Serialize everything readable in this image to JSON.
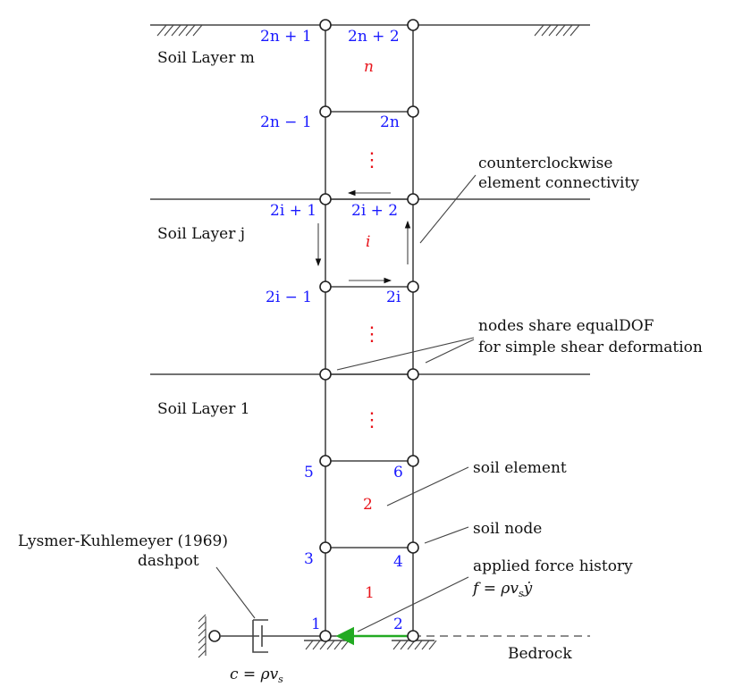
{
  "soil_layers": {
    "top": "Soil Layer m",
    "middle": "Soil Layer j",
    "bottom": "Soil Layer 1"
  },
  "node_labels": {
    "n_2n_plus_1": "2n + 1",
    "n_2n_plus_2": "2n + 2",
    "n_2n_minus_1": "2n − 1",
    "n_2n": "2n",
    "n_2i_plus_1": "2i + 1",
    "n_2i_plus_2": "2i + 2",
    "n_2i_minus_1": "2i − 1",
    "n_2i": "2i",
    "n_5": "5",
    "n_6": "6",
    "n_3": "3",
    "n_4": "4",
    "n_1": "1",
    "n_2": "2"
  },
  "element_labels": {
    "e_n": "n",
    "e_i": "i",
    "e_2": "2",
    "e_1": "1"
  },
  "annotations": {
    "connectivity_line1": "counterclockwise",
    "connectivity_line2": "element connectivity",
    "equaldof_line1": "nodes share equalDOF",
    "equaldof_line2": "for simple shear deformation",
    "soil_element": "soil element",
    "soil_node": "soil node",
    "force_line1": "applied force history",
    "force_line2": "f = ρv",
    "force_sub": "s",
    "force_tail": "ẏ",
    "dashpot_line1": "Lysmer-Kuhlemeyer (1969)",
    "dashpot_line2": "dashpot",
    "dashpot_eq": "c = ρv",
    "dashpot_sub": "s",
    "bedrock": "Bedrock",
    "ellipsis": "⋮"
  },
  "colors": {
    "node_label": "#1a1aff",
    "element_label": "#e8141b",
    "force_arrow": "#22aa22"
  }
}
